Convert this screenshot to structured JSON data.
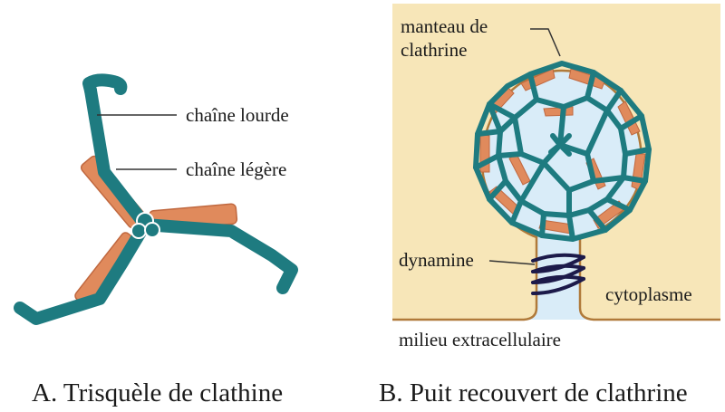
{
  "panel_a": {
    "caption": "A. Trisquèle de clathine",
    "label_heavy": "chaîne lourde",
    "label_light": "chaîne légère"
  },
  "panel_b": {
    "caption": "B. Puit recouvert de clathrine",
    "label_coat_line1": "manteau de",
    "label_coat_line2": "clathrine",
    "label_dynamin": "dynamine",
    "label_cytoplasm": "cytoplasme",
    "label_extracellular": "milieu extracellulaire"
  },
  "colors": {
    "heavy_chain": "#1e7b80",
    "light_chain": "#d9835a",
    "cytoplasm": "#f7e6b8",
    "vesicle_fill": "#d9ecf8",
    "membrane": "#b07a3a",
    "dynamin": "#1c1a4a"
  }
}
